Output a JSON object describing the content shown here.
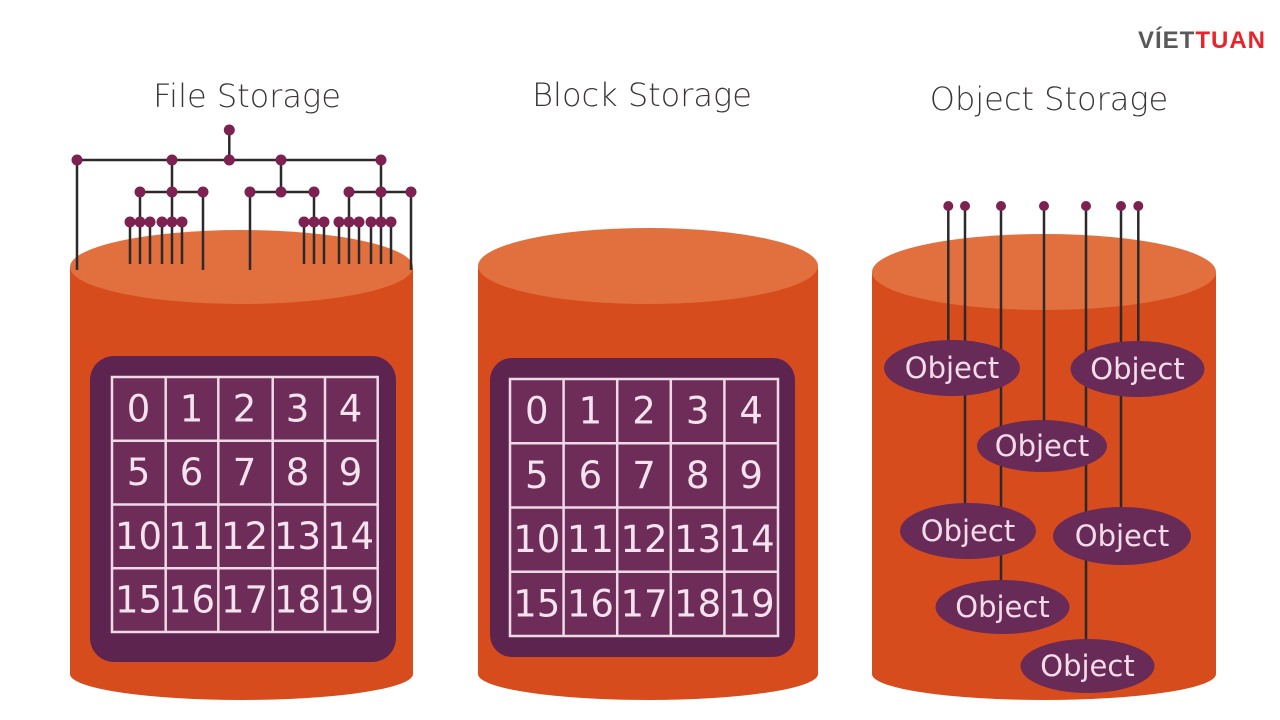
{
  "logo": {
    "text_primary": "VÍET",
    "text_accent": "TUAN"
  },
  "panels": {
    "file": {
      "title": "File Storage",
      "blocks": [
        0,
        1,
        2,
        3,
        4,
        5,
        6,
        7,
        8,
        9,
        10,
        11,
        12,
        13,
        14,
        15,
        16,
        17,
        18,
        19
      ]
    },
    "block": {
      "title": "Block Storage",
      "blocks": [
        0,
        1,
        2,
        3,
        4,
        5,
        6,
        7,
        8,
        9,
        10,
        11,
        12,
        13,
        14,
        15,
        16,
        17,
        18,
        19
      ]
    },
    "object": {
      "title": "Object Storage",
      "labels": [
        "Object",
        "Object",
        "Object",
        "Object",
        "Object",
        "Object",
        "Object"
      ]
    }
  },
  "colors": {
    "cylinder_body": "#d74c1d",
    "cylinder_top": "#e2703f",
    "panel_purple": "#5e2450",
    "cell_purple": "#6e2c59",
    "grid_line": "#eed9e7",
    "number_text": "#f3e3ee",
    "object_ellipse": "#682a56",
    "object_text": "#f2dcea",
    "tree_line": "#2d2829",
    "tree_dot": "#7d2150",
    "title_text": "#3b3536",
    "logo_gray": "#58595b",
    "logo_red": "#e8232a"
  }
}
